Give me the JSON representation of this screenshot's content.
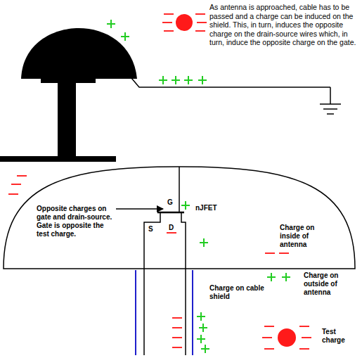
{
  "diagram": {
    "labels": [
      "As antenna is approached, cable has to be passed and a charge can be induced on the shield.  This, in turn, induces the opposite charge on the drain-source wires which, in turn, induce the opposite charge on the gate.",
      "Opposite charges on gate and drain-source. Gate is opposite the test charge.",
      "G",
      "nJFET",
      "S",
      "D",
      "Charge on inside of antenna",
      "Charge on outside of antenna",
      "Charge on cable shield",
      "Test charge"
    ]
  }
}
